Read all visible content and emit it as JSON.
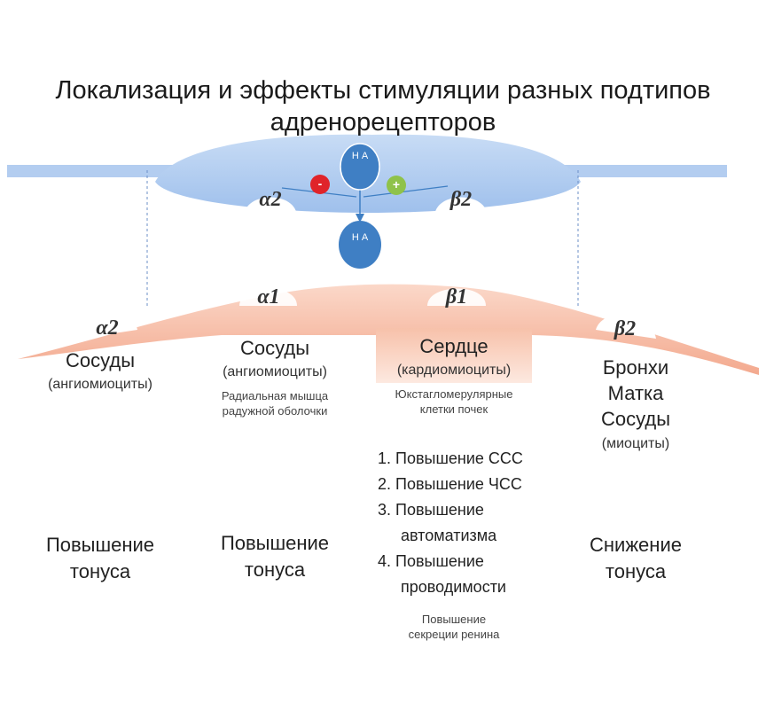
{
  "title": {
    "line1": "Локализация и эффекты стимуляции разных подтипов",
    "line2": "адренорецепторов"
  },
  "synapse": {
    "mediator_label": "Н А",
    "inhibit_sign": "-",
    "excite_sign": "+",
    "presynaptic_receptors": [
      "α2",
      "β2"
    ],
    "postsynaptic_receptors": [
      "α1",
      "β1"
    ],
    "extrasynaptic_receptors": [
      "α2",
      "β2"
    ]
  },
  "columns": {
    "col1": {
      "organ": "Сосуды",
      "cells": "(ангиомиоциты)",
      "effect": [
        "Повышение",
        "тонуса"
      ]
    },
    "col2": {
      "organ": "Сосуды",
      "cells": "(ангиомиоциты)",
      "extra": [
        "Радиальная мышца",
        "радужной оболочки"
      ],
      "effect": [
        "Повышение",
        "тонуса"
      ]
    },
    "col3": {
      "organ": "Сердце",
      "cells": "(кардиомиоциты)",
      "extra": [
        "Юкстагломерулярные",
        "клетки почек"
      ],
      "effects": [
        "1. Повышение ССС",
        "2. Повышение ЧСС",
        "3. Повышение",
        "автоматизма",
        "4. Повышение",
        "проводимости"
      ],
      "renin": [
        "Повышение",
        "секреции ренина"
      ]
    },
    "col4": {
      "organs": [
        "Бронхи",
        "Матка",
        "Сосуды"
      ],
      "cells": "(миоциты)",
      "effect": [
        "Снижение",
        "тонуса"
      ]
    }
  },
  "colors": {
    "presynaptic": "#b9d2f2",
    "postsynaptic": "#f6b9a2",
    "mediator": "#3f7fc4",
    "minus": "#e0242a",
    "plus": "#8fc24a"
  }
}
